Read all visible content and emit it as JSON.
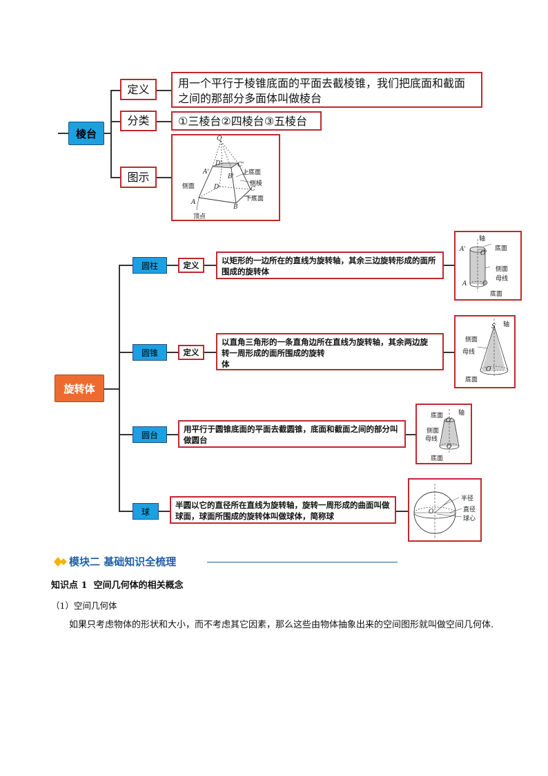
{
  "lengtai": {
    "title": "棱台",
    "rows": [
      {
        "tag": "定义",
        "text": "用一个平行于棱锥底面的平面去截棱锥，我们把底面和截面之间的那部分多面体叫做棱台"
      },
      {
        "tag": "分类",
        "text": "①三棱台②四棱台③五棱台"
      },
      {
        "tag": "图示"
      }
    ],
    "figure_labels": {
      "Q": "Q",
      "Dp": "D'",
      "Cp": "C'",
      "Ap": "A'",
      "Bp": "B'",
      "D": "D",
      "C": "C",
      "A": "A",
      "B": "B",
      "top": "上底面",
      "edge": "侧棱",
      "side": "侧面",
      "bottom": "下底面",
      "vertex": "顶点"
    }
  },
  "xuanzhuanti": {
    "title": "旋转体",
    "cylinder": {
      "name": "圆柱",
      "tag": "定义",
      "text": "以矩形的一边所在的直线为旋转轴，其余三边旋转形成的面所围成的旋转体",
      "labels": {
        "axis": "轴",
        "Ap": "A'",
        "Op": "O'",
        "top": "底面",
        "side": "侧面",
        "gen": "母线",
        "A": "A",
        "O": "O",
        "bottom": "底面"
      }
    },
    "cone": {
      "name": "圆锥",
      "tag": "定义",
      "text_lines": [
        "以直角三角形的一条直角边所在直线为旋转轴，其余两边旋",
        "转一周形成的面所围成的旋转",
        "体"
      ],
      "labels": {
        "axis": "轴",
        "S": "S",
        "side": "侧面",
        "gen": "母线",
        "O": "O",
        "bottom": "底面"
      }
    },
    "frustum": {
      "name": "圆台",
      "text": "用平行于圆锥底面的平面去截圆锥，底面和截面之间的部分叫做圆台",
      "labels": {
        "axis": "轴",
        "top": "底面",
        "Op": "O'",
        "side": "侧面",
        "gen": "母线",
        "O": "O",
        "bottom": "底面"
      }
    },
    "sphere": {
      "name": "球",
      "text": "半圆以它的直径所在直线为旋转轴，旋转一周形成的曲面叫做球面，球面所围成的旋转体叫做球体，简称球",
      "labels": {
        "radius": "半径",
        "O": "O",
        "diameter": "直径",
        "center": "球心"
      }
    }
  },
  "section": {
    "heading": "模块二 基础知识全梳理",
    "kp_title": "知识点 1  空间几何体的相关概念",
    "sub_title": "（1）空间几何体",
    "paragraph": "如果只考虑物体的形状和大小，而不考虑其它因素，那么这些由物体抽象出来的空间图形就叫做空间几何体."
  },
  "colors": {
    "red_border": "#c0272d",
    "blue": "#1ba1e2",
    "orange": "#ee6b2f",
    "heading": "#1f5fa8"
  }
}
